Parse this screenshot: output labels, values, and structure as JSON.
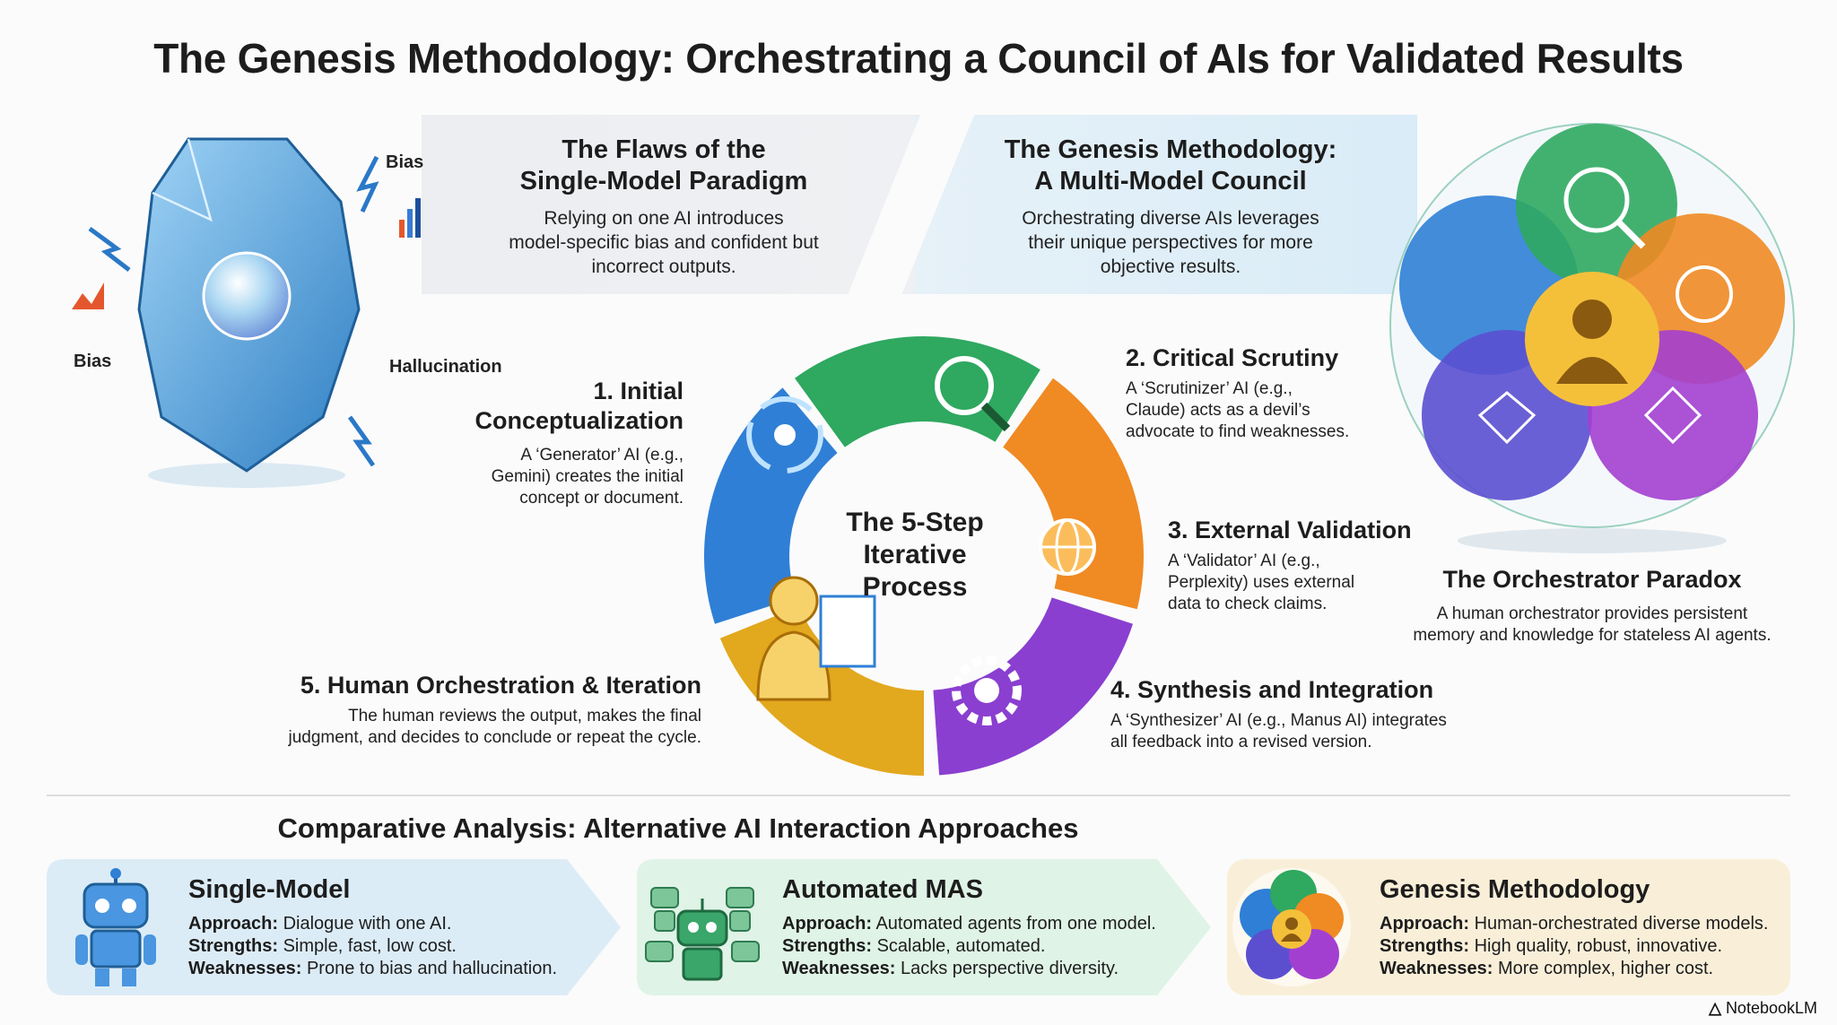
{
  "title": "The Genesis Methodology: Orchestrating a Council of AIs for Validated Results",
  "flaws": {
    "heading_line1": "The Flaws of the",
    "heading_line2": "Single-Model Paradigm",
    "body_line1": "Relying on one AI introduces",
    "body_line2": "model-specific bias and confident but",
    "body_line3": "incorrect outputs.",
    "labels": {
      "bias_top": "Bias",
      "bias_left": "Bias",
      "hallucination": "Hallucination"
    }
  },
  "genesis": {
    "heading_line1": "The Genesis Methodology:",
    "heading_line2": "A Multi-Model Council",
    "body_line1": "Orchestrating diverse AIs leverages",
    "body_line2": "their unique perspectives for more",
    "body_line3": "objective results."
  },
  "cycle": {
    "center_line1": "The 5-Step",
    "center_line2": "Iterative",
    "center_line3": "Process",
    "steps": [
      {
        "heading_line1": "1. Initial",
        "heading_line2": "Conceptualization",
        "body": [
          "A ‘Generator’ AI (e.g.,",
          "Gemini) creates the initial",
          "concept or document."
        ]
      },
      {
        "heading_line1": "2. Critical Scrutiny",
        "body": [
          "A ‘Scrutinizer’ AI (e.g.,",
          "Claude) acts as a devil’s",
          "advocate to find weaknesses."
        ]
      },
      {
        "heading_line1": "3. External Validation",
        "body": [
          "A ‘Validator’ AI (e.g.,",
          "Perplexity) uses external",
          "data to check claims."
        ]
      },
      {
        "heading_line1": "4. Synthesis and Integration",
        "body": [
          "A ‘Synthesizer’ AI (e.g., Manus AI) integrates",
          "all feedback into a revised version."
        ]
      },
      {
        "heading_line1": "5. Human Orchestration & Iteration",
        "body": [
          "The human reviews the output, makes the final",
          "judgment, and decides to conclude or repeat the cycle."
        ]
      }
    ],
    "colors": [
      "#2f7fd6",
      "#2fa860",
      "#f08a23",
      "#8a3fd0",
      "#e2a81e"
    ]
  },
  "paradox": {
    "heading": "The Orchestrator Paradox",
    "body_line1": "A human orchestrator provides persistent",
    "body_line2": "memory and knowledge for stateless AI agents."
  },
  "comparison": {
    "title": "Comparative Analysis: Alternative AI Interaction Approaches",
    "labels": {
      "approach": "Approach:",
      "strengths": "Strengths:",
      "weaknesses": "Weaknesses:"
    },
    "cards": [
      {
        "name": "Single-Model",
        "approach": "Dialogue with one AI.",
        "strengths": "Simple, fast, low cost.",
        "weaknesses": "Prone to bias and hallucination.",
        "color": "#dcecf7",
        "icon": "robot-icon"
      },
      {
        "name": "Automated MAS",
        "approach": "Automated agents from one model.",
        "strengths": "Scalable, automated.",
        "weaknesses": "Lacks perspective diversity.",
        "color": "#dff3e6",
        "icon": "robot-group-icon"
      },
      {
        "name": "Genesis Methodology",
        "approach": "Human-orchestrated diverse models.",
        "strengths": "High quality, robust, innovative.",
        "weaknesses": "More complex, higher cost.",
        "color": "#f9efd9",
        "icon": "council-emblem-icon"
      }
    ]
  },
  "brand": "NotebookLM"
}
